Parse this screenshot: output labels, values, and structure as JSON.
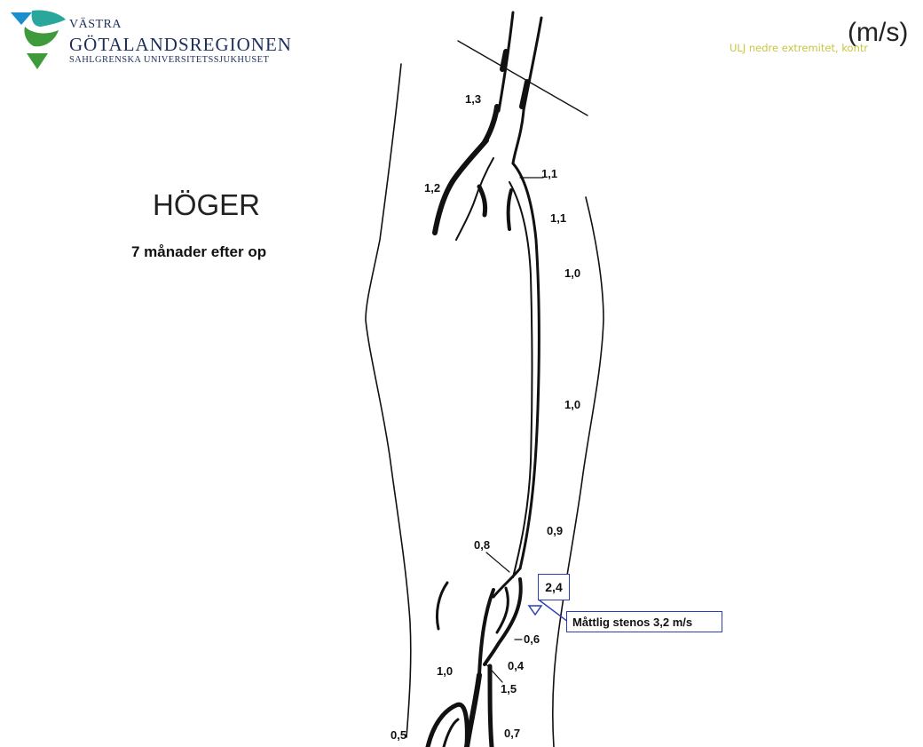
{
  "header": {
    "logo_line1": "VÄSTRA",
    "logo_line2": "GÖTALANDSREGIONEN",
    "logo_line3": "SAHLGRENSKA UNIVERSITETSSJUKHUSET",
    "unit": "(m/s)",
    "note": "ULJ nedre extremitet, kontr"
  },
  "side_title": "HÖGER",
  "subtitle": "7 månader efter op",
  "velocities": {
    "v1": "1,3",
    "v2": "1,2",
    "v3": "1,1",
    "v4": "1,1",
    "v5": "1,0",
    "v6": "1,0",
    "v7": "0,9",
    "v8": "0,8",
    "v9": "2,4",
    "v10": "0,6",
    "v11": "0,4",
    "v12": "1,0",
    "v13": "1,5",
    "v14": "0,5",
    "v15": "0,7"
  },
  "callout": "Måttlig stenos 3,2 m/s",
  "colors": {
    "logo_teal": "#2aa79b",
    "logo_green": "#3e9a3a",
    "logo_blue": "#1b8fce",
    "callout_border": "#2c3fb0",
    "note_text": "#c9c642"
  }
}
